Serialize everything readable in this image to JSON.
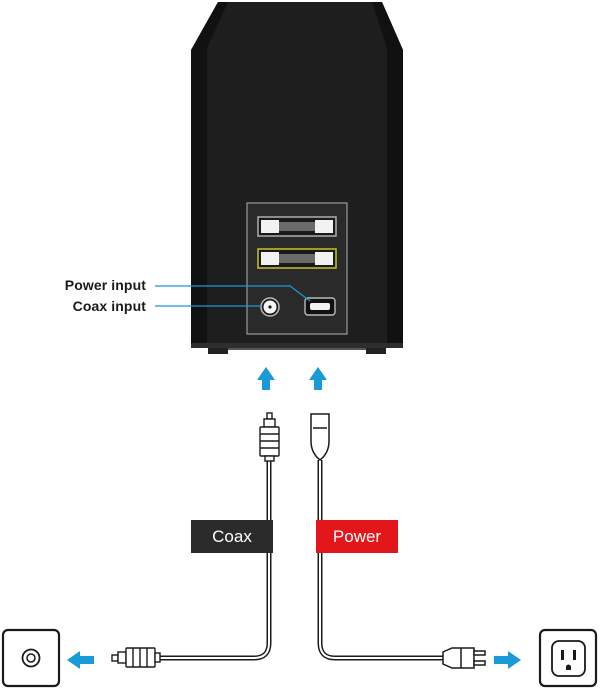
{
  "labels": {
    "power_input": "Power input",
    "coax_input": "Coax input",
    "coax_tag": "Coax",
    "power_tag": "Power"
  },
  "colors": {
    "device_body": "#1e1e1e",
    "device_side": "#111111",
    "device_foot": "#555555",
    "port_panel": "#2a2a2a",
    "highlighted_port_outline": "#c9c229",
    "arrow": "#1a9ad6",
    "callout_line": "#1a9ad6",
    "coax_tag_bg": "#2b2b2b",
    "power_tag_bg": "#e3161b",
    "cable": "#1a1a1a"
  },
  "icons": {
    "coax_wall_outlet": "coax-wall-outlet-icon",
    "power_wall_outlet": "power-wall-outlet-icon"
  }
}
